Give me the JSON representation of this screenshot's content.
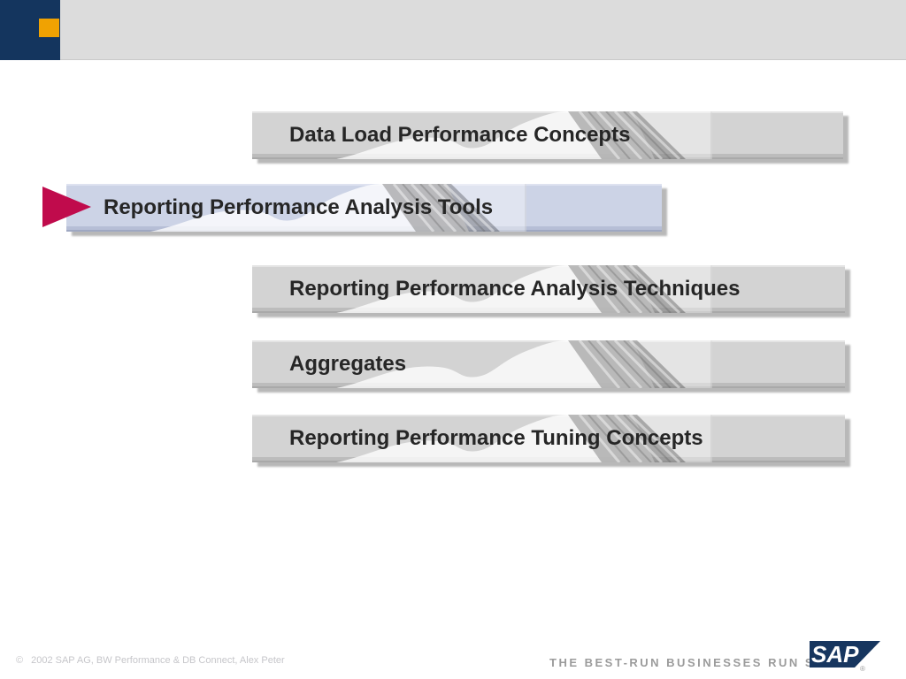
{
  "slide": {
    "banners": [
      {
        "label": "Data Load Performance Concepts",
        "highlighted": false
      },
      {
        "label": "Reporting Performance Analysis Tools",
        "highlighted": true
      },
      {
        "label": "Reporting Performance Analysis Techniques",
        "highlighted": false
      },
      {
        "label": "Aggregates",
        "highlighted": false
      },
      {
        "label": "Reporting Performance Tuning Concepts",
        "highlighted": false
      }
    ],
    "active_marker_icon": "right-triangle-arrow"
  },
  "footer": {
    "copyright_symbol": "©",
    "copyright_text": "2002 SAP AG, BW Performance & DB Connect, Alex Peter",
    "tagline": "THE BEST-RUN BUSINESSES RUN SAP",
    "logo_text": "SAP",
    "registered_mark": "®"
  },
  "colors": {
    "header_gray": "#dcdcdc",
    "navy": "#14355e",
    "gold": "#f0a202",
    "banner_gray": "#d3d3d3",
    "banner_highlight": "#ccd3e6",
    "arrow_red": "#c00b4c",
    "banner_text": "#262626",
    "tagline_gray": "#9b9b9b",
    "copyright_gray": "#c6c6ca",
    "logo_navy": "#17365f"
  }
}
